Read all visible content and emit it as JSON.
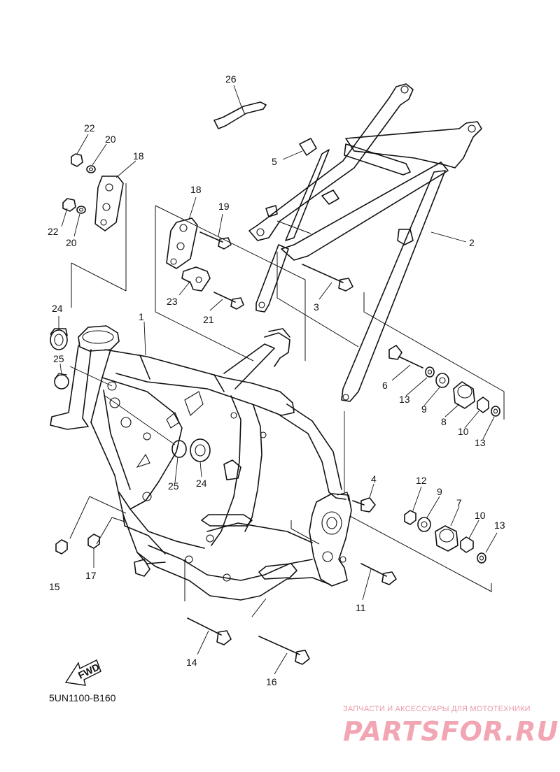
{
  "diagram_code": "5UN1100-B160",
  "fwd_label": "FWD",
  "watermark": {
    "tagline": "ЗАПЧАСТИ И АКСЕССУАРЫ ДЛЯ МОТОТЕХНИКИ",
    "logo": "PARTSFOR.RU"
  },
  "callouts": [
    {
      "id": "c1",
      "label": "1"
    },
    {
      "id": "c2",
      "label": "2"
    },
    {
      "id": "c3",
      "label": "3"
    },
    {
      "id": "c4",
      "label": "4"
    },
    {
      "id": "c5",
      "label": "5"
    },
    {
      "id": "c6",
      "label": "6"
    },
    {
      "id": "c7",
      "label": "7"
    },
    {
      "id": "c8",
      "label": "8"
    },
    {
      "id": "c9a",
      "label": "9"
    },
    {
      "id": "c9b",
      "label": "9"
    },
    {
      "id": "c10a",
      "label": "10"
    },
    {
      "id": "c10b",
      "label": "10"
    },
    {
      "id": "c11",
      "label": "11"
    },
    {
      "id": "c12",
      "label": "12"
    },
    {
      "id": "c13a",
      "label": "13"
    },
    {
      "id": "c13b",
      "label": "13"
    },
    {
      "id": "c13c",
      "label": "13"
    },
    {
      "id": "c14",
      "label": "14"
    },
    {
      "id": "c15",
      "label": "15"
    },
    {
      "id": "c16",
      "label": "16"
    },
    {
      "id": "c17",
      "label": "17"
    },
    {
      "id": "c18a",
      "label": "18"
    },
    {
      "id": "c18b",
      "label": "18"
    },
    {
      "id": "c19",
      "label": "19"
    },
    {
      "id": "c20a",
      "label": "20"
    },
    {
      "id": "c20b",
      "label": "20"
    },
    {
      "id": "c21",
      "label": "21"
    },
    {
      "id": "c22a",
      "label": "22"
    },
    {
      "id": "c22b",
      "label": "22"
    },
    {
      "id": "c23",
      "label": "23"
    },
    {
      "id": "c24a",
      "label": "24"
    },
    {
      "id": "c24b",
      "label": "24"
    },
    {
      "id": "c25a",
      "label": "25"
    },
    {
      "id": "c25b",
      "label": "25"
    },
    {
      "id": "c26",
      "label": "26"
    }
  ]
}
